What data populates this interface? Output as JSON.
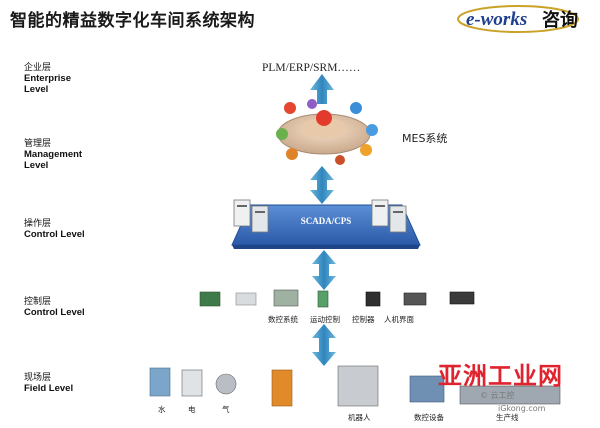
{
  "title": "智能的精益数字化车间系统架构",
  "logo": {
    "brand": "e-works",
    "suffix": "咨询"
  },
  "layers": [
    {
      "zh": "企业层",
      "en1": "Enterprise",
      "en2": "Level"
    },
    {
      "zh": "管理层",
      "en1": "Management",
      "en2": "Level"
    },
    {
      "zh": "操作层",
      "en1": "Control Level",
      "en2": ""
    },
    {
      "zh": "控制层",
      "en1": "Control Level",
      "en2": ""
    },
    {
      "zh": "现场层",
      "en1": "Field Level",
      "en2": ""
    }
  ],
  "top_label": "PLM/ERP/SRM……",
  "mes_label": "MES系统",
  "scada_label": "SCADA/CPS",
  "control_captions": [
    "数控系统",
    "运动控制",
    "控制器",
    "人机界面"
  ],
  "field_captions": [
    "水",
    "电",
    "气",
    "机器人",
    "数控设备",
    "生产线"
  ],
  "watermark": {
    "main": "亚洲工业网",
    "sub1": "© 云工控",
    "sub2": "iGkong.com"
  },
  "colors": {
    "arrow": "#3a8fc0",
    "scada": "#2f6db5",
    "accent": "#e0242f"
  }
}
